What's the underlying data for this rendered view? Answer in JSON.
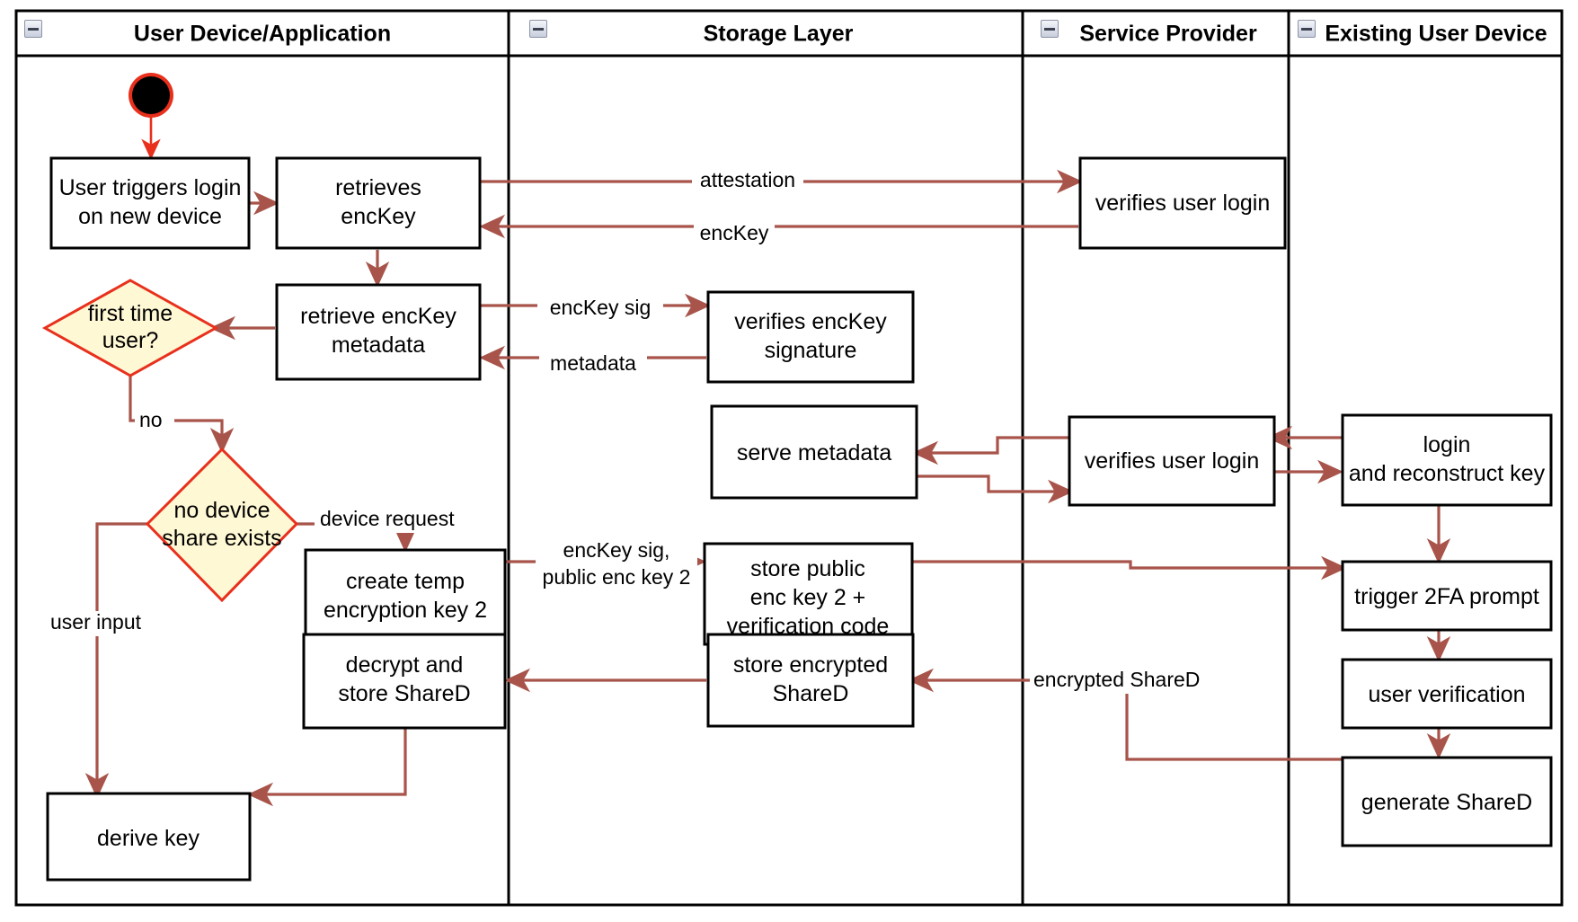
{
  "diagram": {
    "type": "uml-activity-swimlane",
    "accent_colors": {
      "edge": "#a8544a",
      "decision_fill": "#fff8d4",
      "decision_stroke": "#e8301c",
      "node_stroke": "#000000",
      "start_node": "#000000",
      "background": "#ffffff"
    }
  },
  "lanes": [
    {
      "id": "user-device",
      "title": "User Device/Application",
      "collapse_icon": "minus-icon"
    },
    {
      "id": "storage-layer",
      "title": "Storage Layer",
      "collapse_icon": "minus-icon"
    },
    {
      "id": "service-provider",
      "title": "Service Provider",
      "collapse_icon": "minus-icon"
    },
    {
      "id": "existing-user-device",
      "title": "Existing User Device",
      "collapse_icon": "minus-icon"
    }
  ],
  "nodes": {
    "start": {
      "kind": "initial-node",
      "label": ""
    },
    "n1": {
      "lane": "user-device",
      "kind": "action",
      "line1": "User triggers login",
      "line2": "on new device"
    },
    "n2": {
      "lane": "user-device",
      "kind": "action",
      "line1": "retrieves",
      "line2": "encKey"
    },
    "n3": {
      "lane": "user-device",
      "kind": "action",
      "line1": "retrieve encKey",
      "line2": "metadata"
    },
    "d1": {
      "lane": "user-device",
      "kind": "decision",
      "line1": "first time",
      "line2": "user?"
    },
    "d2": {
      "lane": "user-device",
      "kind": "decision",
      "line1": "no device",
      "line2": "share exists"
    },
    "n4": {
      "lane": "user-device",
      "kind": "action",
      "line1": "create temp",
      "line2": "encryption key 2"
    },
    "n5": {
      "lane": "user-device",
      "kind": "action",
      "line1": "decrypt and",
      "line2": "store ShareD"
    },
    "n6": {
      "lane": "user-device",
      "kind": "action",
      "line1": "derive key",
      "line2": ""
    },
    "s1": {
      "lane": "storage-layer",
      "kind": "action",
      "line1": "verifies encKey",
      "line2": "signature"
    },
    "s2": {
      "lane": "storage-layer",
      "kind": "action",
      "line1": "serve metadata",
      "line2": ""
    },
    "s3": {
      "lane": "storage-layer",
      "kind": "action",
      "line1": "store public",
      "line2": "enc key 2 +",
      "line3": "verification code"
    },
    "s4": {
      "lane": "storage-layer",
      "kind": "action",
      "line1": "store encrypted",
      "line2": "ShareD"
    },
    "p1": {
      "lane": "service-provider",
      "kind": "action",
      "line1": "verifies user login",
      "line2": ""
    },
    "p2": {
      "lane": "service-provider",
      "kind": "action",
      "line1": "verifies user login",
      "line2": ""
    },
    "e1": {
      "lane": "existing-user-device",
      "kind": "action",
      "line1": "login",
      "line2": "and reconstruct key"
    },
    "e2": {
      "lane": "existing-user-device",
      "kind": "action",
      "line1": "trigger 2FA prompt",
      "line2": ""
    },
    "e3": {
      "lane": "existing-user-device",
      "kind": "action",
      "line1": "user verification",
      "line2": ""
    },
    "e4": {
      "lane": "existing-user-device",
      "kind": "action",
      "line1": "generate ShareD",
      "line2": ""
    }
  },
  "edge_labels": {
    "attestation": "attestation",
    "encKey": "encKey",
    "encKeySig": "encKey sig",
    "metadata": "metadata",
    "no": "no",
    "deviceRequest": "device request",
    "userInput": "user input",
    "encKeySigPub1": "encKey sig,",
    "encKeySigPub2": "public enc key 2",
    "encryptedShareD": "encrypted ShareD"
  }
}
